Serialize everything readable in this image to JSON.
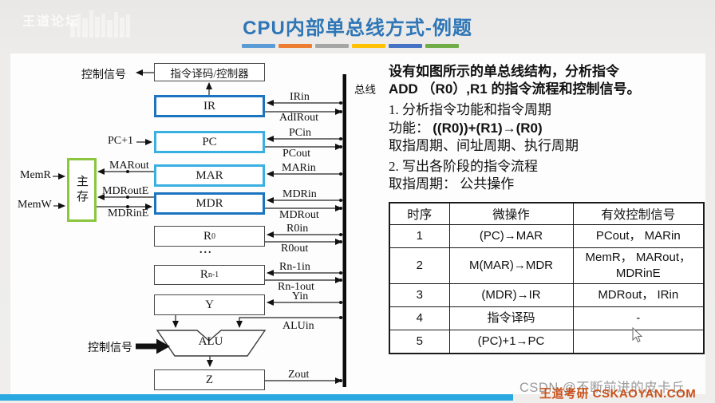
{
  "colors": {
    "title": "#2E76B7",
    "accent_bars": [
      "#5B9BD5",
      "#ED7D31",
      "#A5A5A5",
      "#FFC000",
      "#4472C4",
      "#70AD47"
    ],
    "box_dark_blue": "#1B74C0",
    "box_light_blue": "#3AB0E2",
    "memory_green": "#8CC63F",
    "bottom_bar": "#29A9E0",
    "watermark_orange": "#C9511B",
    "watermark_gray": "#9C9C9C"
  },
  "header": {
    "watermark": "王道论坛",
    "title": "CPU内部单总线方式-例题"
  },
  "diagram": {
    "bus_label": "总线",
    "decoder_label": "指令译码/控制器",
    "control_signal_top": "控制信号",
    "control_signal_bottom": "控制信号",
    "pc_increment": "PC+1",
    "mem_read": "MemR",
    "mem_write": "MemW",
    "memory": "主存",
    "ellipsis": "...",
    "boxes": {
      "ir": "IR",
      "pc": "PC",
      "mar": "MAR",
      "mdr": "MDR",
      "r0": {
        "base": "R",
        "sub": "0"
      },
      "rn1": {
        "base": "R",
        "sub": "n-1"
      },
      "y": "Y",
      "alu": "ALU",
      "z": "Z"
    },
    "signals": {
      "irin": "IRin",
      "adirout": "AdIRout",
      "pcin": "PCin",
      "pcout": "PCout",
      "marin": "MARin",
      "marout": "MARout",
      "mdrin": "MDRin",
      "mdrout": "MDRout",
      "mdroute": "MDRoutE",
      "mdrine": "MDRinE",
      "r0in": "R0in",
      "r0out": "R0out",
      "rn1in": "Rn-1in",
      "rn1out": "Rn-1out",
      "yin": "Yin",
      "aluin": "ALUin",
      "zout": "Zout"
    }
  },
  "problem": {
    "intro1": "设有如图所示的单总线结构，分析指令",
    "intro2": "ADD （R0）,R1 的指令流程和控制信号。",
    "step1": "1. 分析指令功能和指令周期",
    "func_label": "功能： ",
    "func_expr": "((R0))+(R1)→(R0)",
    "cycles": "取指周期、间址周期、执行周期",
    "step2": "2. 写出各阶段的指令流程",
    "fetch": "取指周期： 公共操作"
  },
  "table": {
    "headers": [
      "时序",
      "微操作",
      "有效控制信号"
    ],
    "rows": [
      [
        "1",
        "(PC)→MAR",
        "PCout， MARin"
      ],
      [
        "2",
        "M(MAR)→MDR",
        "MemR， MARout，\nMDRinE"
      ],
      [
        "3",
        "(MDR)→IR",
        "MDRout， IRin"
      ],
      [
        "4",
        "指令译码",
        "-"
      ],
      [
        "5",
        "(PC)+1→PC",
        ""
      ]
    ]
  },
  "footer": {
    "csdn_watermark": "CSDN @不断前进的皮卡丘",
    "wangdao_watermark": "王道考研 CSKAOYAN.COM"
  }
}
